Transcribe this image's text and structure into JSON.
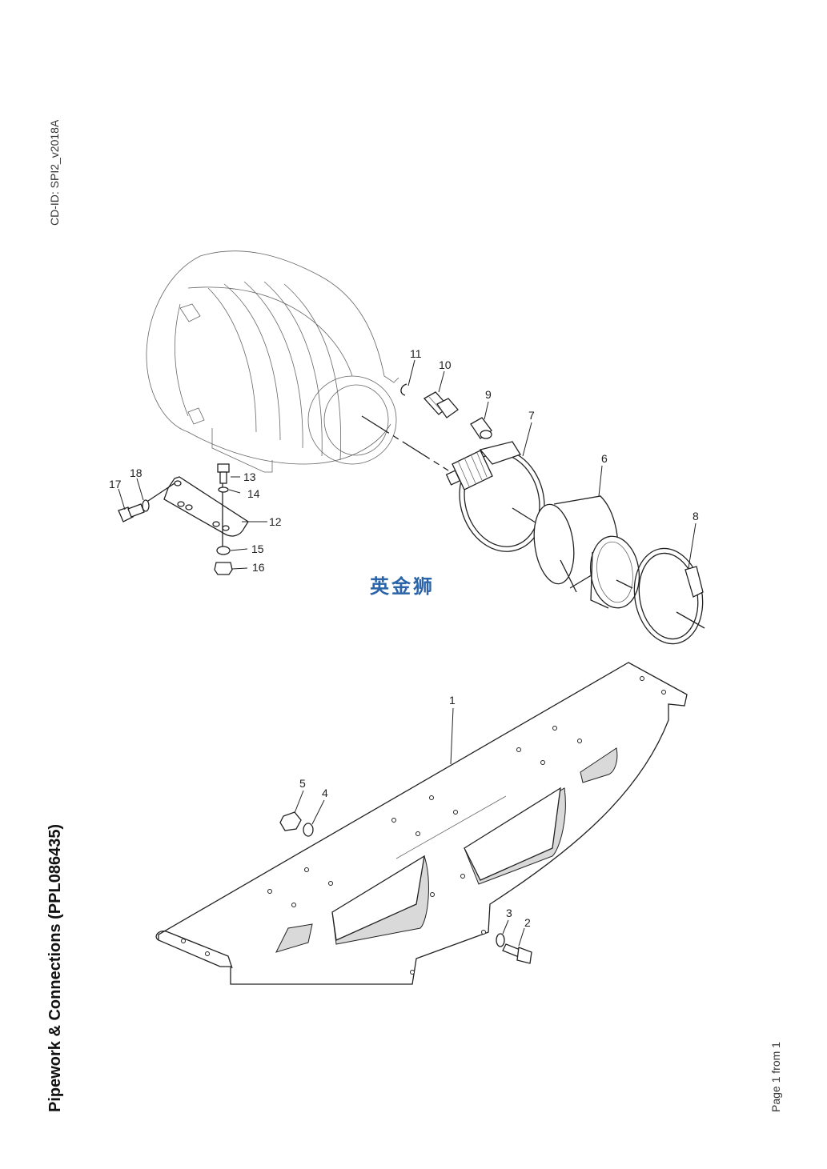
{
  "header": {
    "cd_id": "CD-ID: SPI2_v2018A"
  },
  "title": "Pipework & Connections (PPL086435)",
  "footer": {
    "page": "Page 1 from 1"
  },
  "watermark": "英金狮",
  "callouts": [
    "1",
    "2",
    "3",
    "4",
    "5",
    "6",
    "7",
    "8",
    "9",
    "10",
    "11",
    "12",
    "13",
    "14",
    "15",
    "16",
    "17",
    "18"
  ]
}
